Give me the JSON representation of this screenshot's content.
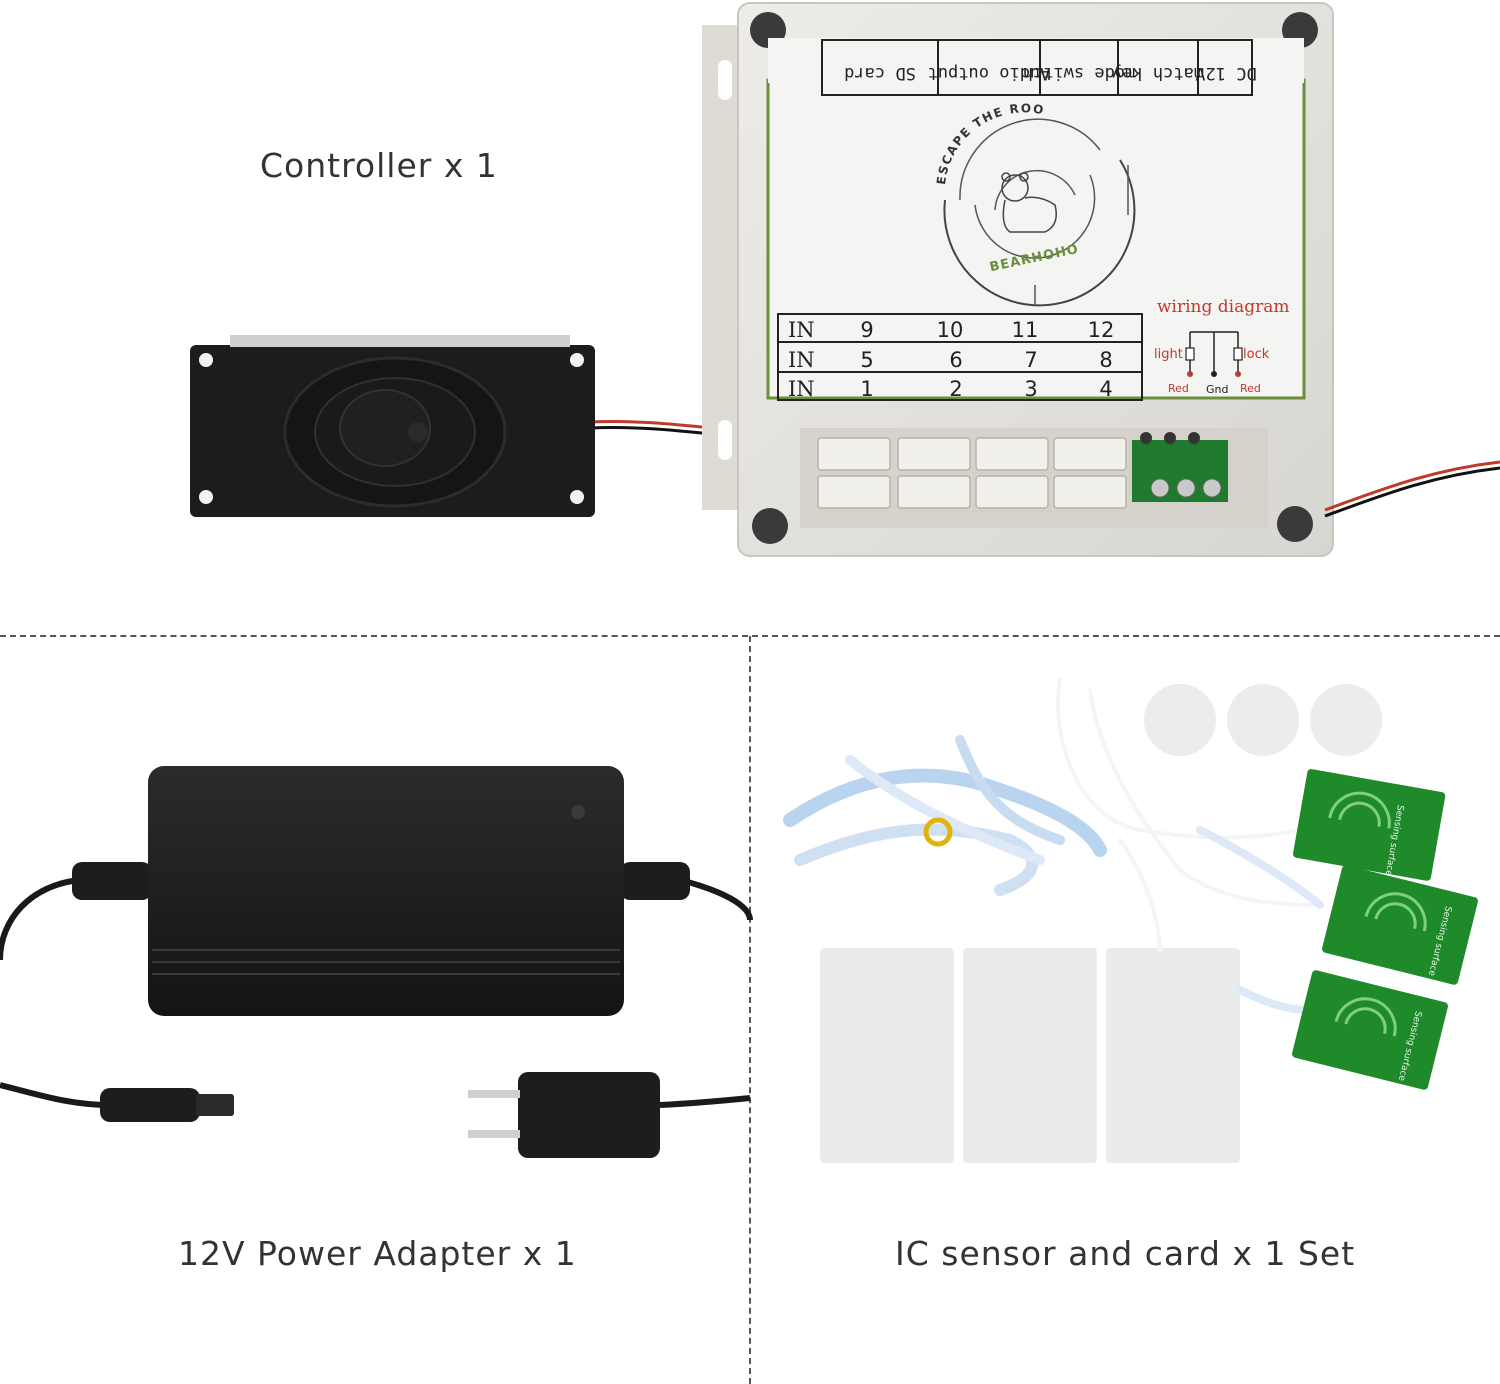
{
  "captions": {
    "controller": "Controller x 1",
    "adapter": "12V Power Adapter x 1",
    "sensor": "IC sensor and card x 1 Set"
  },
  "controller_label": {
    "header_cells": [
      "SD card",
      "Audio output",
      "mode switch",
      "match key",
      "DC 12V"
    ],
    "logo_ring_text": "ESCAPE THE ROOM",
    "brand": "BEARHOHO",
    "wiring_title": "wiring diagram",
    "wiring_labels": {
      "light": "light",
      "lock": "lock",
      "red_left": "Red",
      "gnd": "Gnd",
      "red_right": "Red"
    },
    "input_table": {
      "row_label": "IN",
      "rows": [
        [
          "9",
          "10",
          "11",
          "12"
        ],
        [
          "5",
          "6",
          "7",
          "8"
        ],
        [
          "1",
          "2",
          "3",
          "4"
        ]
      ]
    }
  },
  "sensor_board_text": "Sensing surface",
  "colors": {
    "board_green": "#1f8a2a",
    "housing": "#e6e4df",
    "adapter": "#1f1f1f",
    "label_green": "#6b8e3a"
  }
}
